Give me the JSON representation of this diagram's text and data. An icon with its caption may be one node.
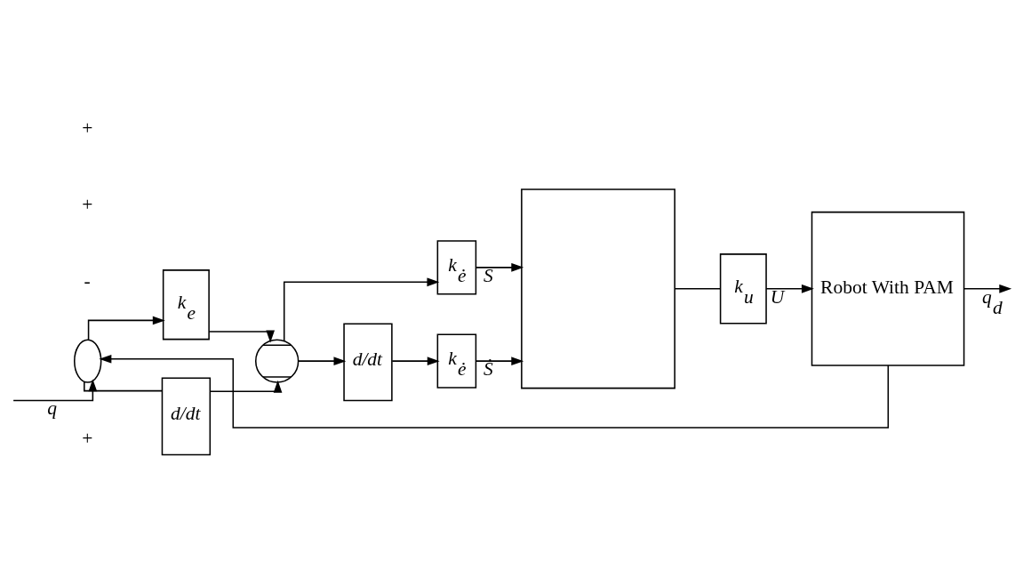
{
  "diagram": {
    "nodes": [
      {
        "text": [],
        "shape": "circle"
      },
      {
        "text": [
          "k$_{e}$"
        ]
      },
      {
        "text": [],
        "shape": "circle"
      },
      {
        "text": [
          "d/dt"
        ]
      },
      {
        "text": [
          "k$_{ė}$"
        ]
      },
      {
        "text": [
          "d/dt"
        ]
      },
      {
        "text": [
          "k$_{ė}$"
        ]
      },
      {
        "text": [],
        "shape": "box"
      },
      {
        "text": [
          "k$_{u}$"
        ]
      },
      {
        "text": [
          "Robot With PAM"
        ]
      }
    ],
    "edges": [
      {
        "from": null,
        "to": 0,
        "arrow": "to",
        "label": "q"
      },
      {
        "from": 0,
        "to": 1,
        "arrow": "to"
      },
      {
        "from": 0,
        "to": 3,
        "arrow": "none"
      },
      {
        "from": 1,
        "to": 2,
        "arrow": "to"
      },
      {
        "from": 3,
        "to": 2,
        "arrow": "to"
      },
      {
        "from": 2,
        "to": 4,
        "arrow": "to"
      },
      {
        "from": 2,
        "to": 5,
        "arrow": "to"
      },
      {
        "from": 4,
        "to": 7,
        "arrow": "to",
        "label": "S"
      },
      {
        "from": 5,
        "to": 6,
        "arrow": "to"
      },
      {
        "from": 6,
        "to": 7,
        "arrow": "to",
        "label": "Ṡ"
      },
      {
        "from": 7,
        "to": 8,
        "arrow": "none"
      },
      {
        "from": 8,
        "to": 9,
        "arrow": "to",
        "label": "U"
      },
      {
        "from": 9,
        "to": null,
        "arrow": "to",
        "label": "q$_{d}$"
      },
      {
        "from": 9,
        "to": 0,
        "arrow": "to"
      }
    ],
    "labels": [
      "+",
      "-",
      "+",
      "+"
    ]
  }
}
